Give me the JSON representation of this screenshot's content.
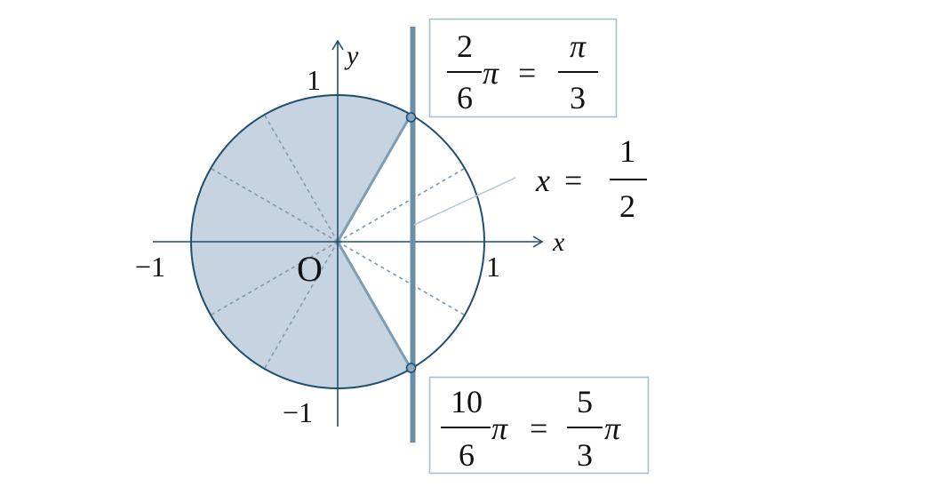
{
  "axes": {
    "x_label": "x",
    "y_label": "y",
    "origin_label": "O",
    "tick_pos_x": "1",
    "tick_neg_x": "−1",
    "tick_pos_y": "1",
    "tick_neg_y": "−1"
  },
  "line_label": {
    "lhs": "x",
    "eq": "=",
    "num": "1",
    "den": "2"
  },
  "angle_top": {
    "num1": "2",
    "den1": "6",
    "pi1": "π",
    "eq": "=",
    "num2": "π",
    "den2": "3"
  },
  "angle_bottom": {
    "num1": "10",
    "den1": "6",
    "pi1": "π",
    "eq": "=",
    "num2": "5",
    "den2": "3",
    "pi2": "π"
  },
  "shaded_sector_deg": [
    60,
    300
  ],
  "dashed_rays_deg": [
    30,
    120,
    150,
    210,
    240,
    330
  ],
  "vertical_line_x": 0.5,
  "colors": {
    "axis": "#1f4e6e",
    "fill": "#c5d4e0",
    "line": "#6b8fa5",
    "box": "#a9bfce"
  }
}
